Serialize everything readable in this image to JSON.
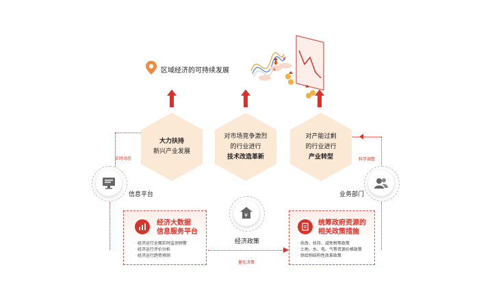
{
  "headline": "区域经济的可持续发展",
  "hexes": [
    {
      "line1": "大力扶持",
      "line2": "新兴产业发展",
      "line3": ""
    },
    {
      "line1": "对市场竞争激烈",
      "line2": "的行业进行",
      "line3": "技术改造革新"
    },
    {
      "line1": "对产能过剩",
      "line2": "的行业进行",
      "line3": "产业转型"
    }
  ],
  "left_node": {
    "label": "信息平台",
    "side_label": "实时动态"
  },
  "right_node": {
    "label": "业务部门",
    "side_label": "科学调整"
  },
  "center_node": {
    "label": "经济政策",
    "bottom_label": "量化决策"
  },
  "card_left": {
    "title1": "经济大数据",
    "title2": "信息服务平台",
    "items": [
      "经济运行全面实时监测预警",
      "经济运行评价分析",
      "经济运行趋势预测"
    ]
  },
  "card_right": {
    "title1": "统筹政府资源的",
    "title2": "相关政策措施",
    "items": [
      "扶改、扶持、减免税等政策",
      "土地、水、电、气等资源价格政策",
      "供给侧结构性改革政策"
    ]
  },
  "colors": {
    "accent": "#d8332a",
    "hex_fill": "#fbe9d6",
    "orange": "#f08a3c"
  }
}
